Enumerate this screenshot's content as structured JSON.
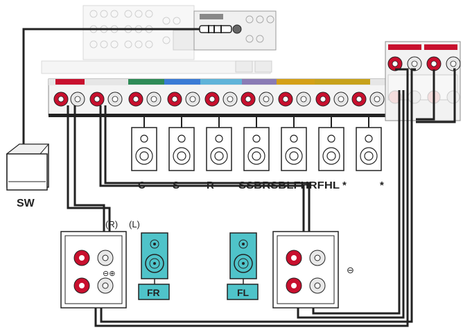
{
  "subwoofer": {
    "label": "SW"
  },
  "speaker_labels": {
    "c": "C",
    "s": "S",
    "r": "R",
    "sbr": "SSBRSBLFHRFHL",
    "fhl_star": "*",
    "star": "*"
  },
  "front_terminal": {
    "r_label": "(R)",
    "l_label": "(L)",
    "plus_minus": "⊖⊕",
    "minus": "⊖"
  },
  "front_speakers": {
    "fr": {
      "label": "FR",
      "color": "#4fc3c9"
    },
    "fl": {
      "label": "FL",
      "color": "#4fc3c9"
    }
  },
  "colors": {
    "terminal_red": "#c8102e",
    "terminal_white": "#e8e8e8",
    "cable": "#222222"
  }
}
